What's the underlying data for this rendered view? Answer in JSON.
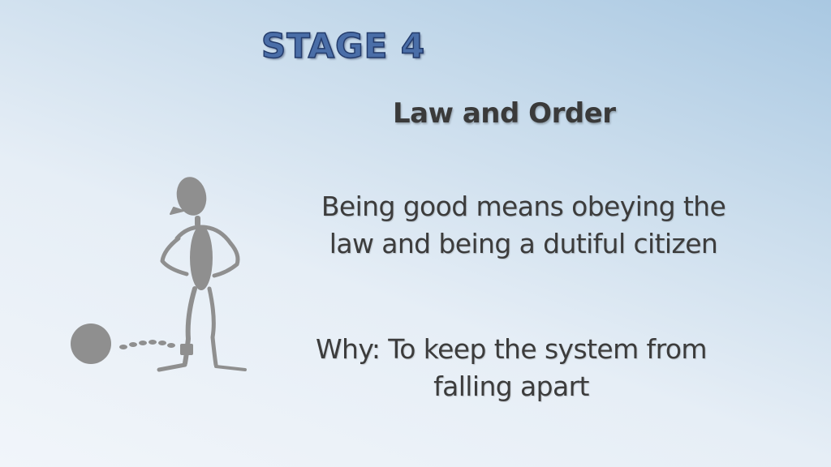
{
  "slide": {
    "title": "STAGE 4",
    "subtitle": "Law and Order",
    "definition_lines": [
      "Being good means obeying the",
      "law and being a dutiful citizen"
    ],
    "reason_lines": [
      "Why: To keep the system from",
      "falling apart"
    ]
  },
  "illustration": {
    "icon": "ball-and-chain-prisoner-figure",
    "color": "#8f8f8f"
  },
  "colors": {
    "title_fill": "#4a6ea8",
    "title_outline": "#243c6c",
    "text": "#3c3c3c"
  }
}
